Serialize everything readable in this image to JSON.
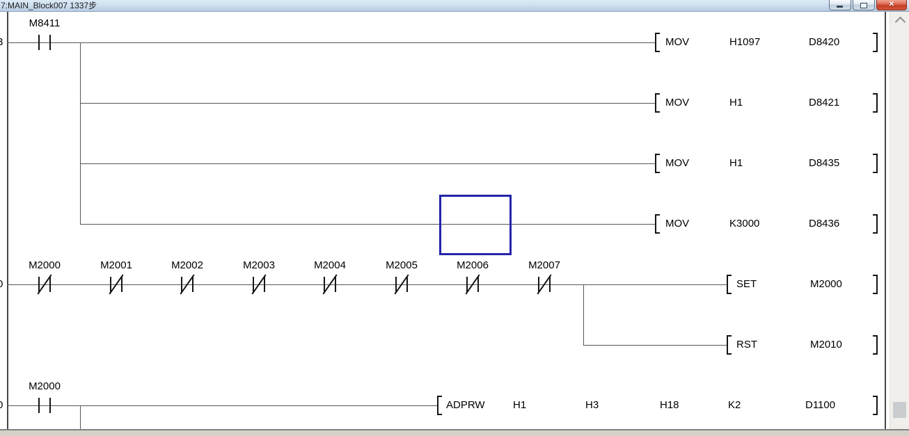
{
  "window": {
    "title": "7:MAIN_Block007 1337步",
    "buttons": {
      "minimize_icon": "minimize-bar",
      "restore_icon": "restore-square",
      "close_glyph": "✕"
    },
    "scrollbar": {
      "up_icon": "chevron-up"
    }
  },
  "colors": {
    "cursor_blue": "#2424ab",
    "wire": "#565656",
    "titlebar_top": "#dcebf7",
    "titlebar_bottom": "#b7cce2",
    "close_red": "#c43e27"
  },
  "ladder": {
    "step_numbers": [
      "3",
      "0",
      "0"
    ],
    "contacts": [
      {
        "label": "M8411",
        "type": "normally-open"
      },
      {
        "label": "M2000",
        "type": "normally-closed"
      },
      {
        "label": "M2001",
        "type": "normally-closed"
      },
      {
        "label": "M2002",
        "type": "normally-closed"
      },
      {
        "label": "M2003",
        "type": "normally-closed"
      },
      {
        "label": "M2004",
        "type": "normally-closed"
      },
      {
        "label": "M2005",
        "type": "normally-closed"
      },
      {
        "label": "M2006",
        "type": "normally-closed"
      },
      {
        "label": "M2007",
        "type": "normally-closed"
      },
      {
        "label": "M2000",
        "type": "normally-open"
      }
    ],
    "instructions": [
      {
        "mnemonic": "MOV",
        "operands": [
          "H1097",
          "D8420"
        ]
      },
      {
        "mnemonic": "MOV",
        "operands": [
          "H1",
          "D8421"
        ]
      },
      {
        "mnemonic": "MOV",
        "operands": [
          "H1",
          "D8435"
        ]
      },
      {
        "mnemonic": "MOV",
        "operands": [
          "K3000",
          "D8436"
        ]
      },
      {
        "mnemonic": "SET",
        "operands": [
          "M2000"
        ]
      },
      {
        "mnemonic": "RST",
        "operands": [
          "M2010"
        ]
      },
      {
        "mnemonic": "ADPRW",
        "operands": [
          "H1",
          "H3",
          "H18",
          "K2",
          "D1100"
        ]
      }
    ]
  }
}
